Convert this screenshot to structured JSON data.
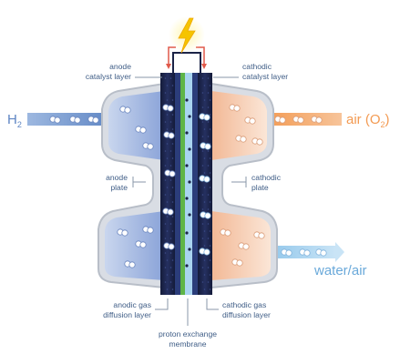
{
  "labels": {
    "anode_catalyst_layer": [
      "anode",
      "catalyst layer"
    ],
    "cathodic_catalyst_layer": [
      "cathodic",
      "catalyst layer"
    ],
    "anode_plate": [
      "anode",
      "plate"
    ],
    "cathodic_plate": [
      "cathodic",
      "plate"
    ],
    "anodic_gas_diffusion_layer": [
      "anodic gas",
      "diffusion layer"
    ],
    "cathodic_gas_diffusion_layer": [
      "cathodic gas",
      "diffusion layer"
    ],
    "proton_exchange_membrane": [
      "proton exchange",
      "membrane"
    ]
  },
  "streams": {
    "hydrogen": {
      "main": "H",
      "sub": "2"
    },
    "air": {
      "main": "air (O",
      "sub": "2",
      "close": ")"
    },
    "water_air": "water/air"
  },
  "colors": {
    "anode_blue": "#8aa3d8",
    "cathode_peach": "#f7cfb4",
    "dark_layer": "#1b2347",
    "membrane_green": "#5eb548",
    "membrane_light_blue": "#a9d4f0",
    "air_orange": "#f39a52",
    "h2_blue": "#6a8fc8",
    "water_blue": "#8ec5ea",
    "bolt_yellow": "#f5c400",
    "label_text": "#3f5d86"
  },
  "icons": [
    "lightning-bolt-icon",
    "electron-circuit-icon"
  ]
}
